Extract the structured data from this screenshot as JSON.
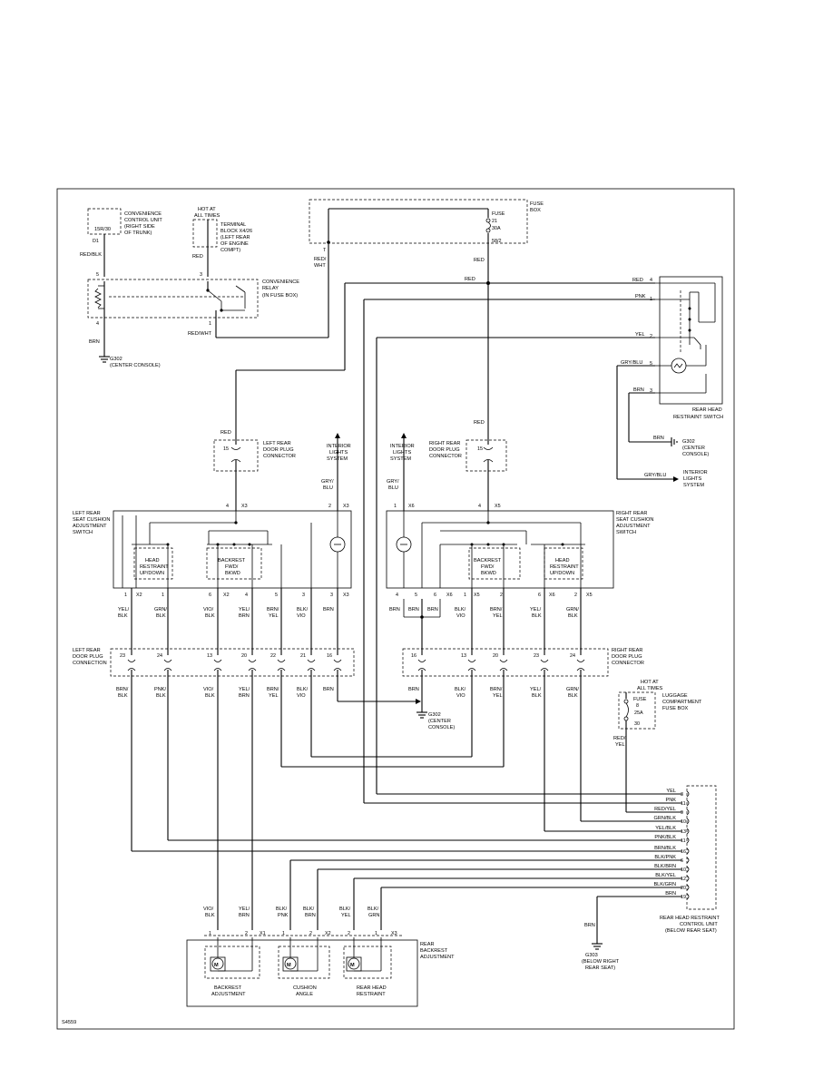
{
  "fuse_box": {
    "title": [
      "FUSE",
      "BOX"
    ],
    "fuse": [
      "FUSE",
      "21",
      "30A",
      "58/2"
    ]
  },
  "convenience_control_unit": {
    "code": "15R/30",
    "name": [
      "CONVENIENCE",
      "CONTROL UNIT",
      "(RIGHT SIDE",
      "OF TRUNK)"
    ],
    "pin": "D1"
  },
  "terminal_block": {
    "hot": [
      "HOT AT",
      "ALL TIMES"
    ],
    "name": [
      "TERMINAL",
      "BLOCK X4/26",
      "(LEFT REAR",
      "OF ENGINE",
      "COMPT)"
    ]
  },
  "convenience_relay": {
    "name": [
      "CONVENIENCE",
      "RELAY",
      "(IN FUSE BOX)"
    ],
    "pins": [
      "5",
      "3",
      "4",
      "1"
    ]
  },
  "ground_g302_top": {
    "name": [
      "G302",
      "(CENTER CONSOLE)"
    ]
  },
  "rear_head_switch": {
    "name": [
      "REAR HEAD",
      "RESTRAINT SWITCH"
    ],
    "pins": [
      "4",
      "1",
      "2",
      "5",
      "3"
    ]
  },
  "ground_g302_right": {
    "name": [
      "G302",
      "(CENTER",
      "CONSOLE)"
    ]
  },
  "interior_lights_right": {
    "name": [
      "INTERIOR",
      "LIGHTS",
      "SYSTEM"
    ]
  },
  "left_door_plug_top": {
    "pin": "15",
    "name": [
      "LEFT REAR",
      "DOOR PLUG",
      "CONNECTOR"
    ]
  },
  "right_door_plug_top": {
    "pin": "15",
    "name": [
      "RIGHT REAR",
      "DOOR PLUG",
      "CONNECTOR"
    ]
  },
  "interior_lights_left": {
    "name": [
      "INTERIOR",
      "LIGHTS",
      "SYSTEM"
    ]
  },
  "interior_lights_mid": {
    "name": [
      "INTERIOR",
      "LIGHTS",
      "SYSTEM"
    ]
  },
  "left_switch": {
    "name": [
      "LEFT REAR",
      "SEAT CUSHION",
      "ADJUSTMENT",
      "SWITCH"
    ],
    "top_pins": [
      "4",
      "X3",
      "2",
      "X3"
    ],
    "head": [
      "HEAD",
      "RESTRAINT",
      "UP/DOWN"
    ],
    "backrest": [
      "BACKREST",
      "FWD/",
      "BKWD"
    ],
    "bottom_pins": [
      "1",
      "X2",
      "1",
      "6",
      "X2",
      "4",
      "5",
      "3",
      "3",
      "X3"
    ]
  },
  "right_switch": {
    "name": [
      "RIGHT REAR",
      "SEAT CUSHION",
      "ADJUSTMENT",
      "SWITCH"
    ],
    "top_pins": [
      "1",
      "X6",
      "4",
      "X5"
    ],
    "head": [
      "HEAD",
      "RESTRAINT",
      "UP/DOWN"
    ],
    "backrest": [
      "BACKREST",
      "FWD/",
      "BKWD"
    ],
    "bottom_pins": [
      "4",
      "5",
      "6",
      "X6",
      "1",
      "X5",
      "2",
      "6",
      "X6",
      "2",
      "X5"
    ]
  },
  "left_door_plug": {
    "name": [
      "LEFT REAR",
      "DOOR PLUG",
      "CONNECTION"
    ],
    "pins": [
      "23",
      "24",
      "13",
      "20",
      "22",
      "21",
      "16"
    ]
  },
  "right_door_plug": {
    "name": [
      "RIGHT REAR",
      "DOOR PLUG",
      "CONNECTOR"
    ],
    "pins": [
      "16",
      "13",
      "20",
      "23",
      "24"
    ]
  },
  "ground_g302_mid": {
    "name": [
      "G302",
      "(CENTER",
      "CONSOLE)"
    ]
  },
  "luggage_fuse": {
    "hot": [
      "HOT AT",
      "ALL TIMES"
    ],
    "fuse": [
      "FUSE",
      "8",
      "25A",
      "30"
    ],
    "name": [
      "LUGGAGE",
      "COMPARTMENT",
      "FUSE BOX"
    ]
  },
  "control_unit": {
    "name": [
      "REAR HEAD RESTRAINT",
      "CONTROL UNIT",
      "(BELOW REAR SEAT)"
    ],
    "rows": [
      {
        "color": "YEL",
        "pin": "3"
      },
      {
        "color": "PNK",
        "pin": "11"
      },
      {
        "color": "RED/YEL",
        "pin": "9"
      },
      {
        "color": "GRN/BLK",
        "pin": "10"
      },
      {
        "color": "YEL/BLK",
        "pin": "13"
      },
      {
        "color": "PNK/BLK",
        "pin": "11"
      },
      {
        "color": "BRN/BLK",
        "pin": "16"
      },
      {
        "color": "BLK/PNK",
        "pin": "6"
      },
      {
        "color": "BLK/BRN",
        "pin": "10"
      },
      {
        "color": "BLK/YEL",
        "pin": "12"
      },
      {
        "color": "BLK/GRN",
        "pin": "20"
      },
      {
        "color": "BRN",
        "pin": "19"
      }
    ]
  },
  "ground_g303": {
    "name": [
      "G303",
      "(BELOW RIGHT",
      "REAR SEAT)"
    ]
  },
  "rear_backrest": {
    "name": [
      "REAR",
      "BACKREST",
      "ADJUSTMENT"
    ],
    "pins": [
      "1",
      "2",
      "X1",
      "1",
      "2",
      "X2",
      "2",
      "1",
      "X3"
    ],
    "motors": [
      {
        "label": [
          "BACKREST",
          "ADJUSTMENT"
        ],
        "symbol": "M"
      },
      {
        "label": [
          "CUSHION",
          "ANGLE"
        ],
        "symbol": "M"
      },
      {
        "label": [
          "REAR HEAD",
          "RESTRAINT"
        ],
        "symbol": "M"
      }
    ]
  },
  "wires": {
    "red_blk": "RED/BLK",
    "red_a": "RED",
    "brn_a": "BRN",
    "red_wht_a": "RED/WHT",
    "red_wht_b": [
      "RED/",
      "WHT"
    ],
    "t": "T",
    "red_b": "RED",
    "red_c": "RED",
    "red_d": "RED",
    "pnk": "PNK",
    "yel": "YEL",
    "gry_blu_a": "GRY/BLU",
    "brn_b": "BRN",
    "brn_c": "BRN",
    "gry_blu_b": "GRY/BLU",
    "red_e": "RED",
    "red_f": "RED",
    "gry_blu_c": [
      "GRY/",
      "BLU"
    ],
    "gry_blu_d": [
      "GRY/",
      "BLU"
    ],
    "yel_blk_1": [
      "YEL/",
      "BLK"
    ],
    "grn_blk_1": [
      "GRN/",
      "BLK"
    ],
    "vio_blk_1": [
      "VIO/",
      "BLK"
    ],
    "yel_brn_1": [
      "YEL/",
      "BRN"
    ],
    "brn_yel_1": [
      "BRN/",
      "YEL"
    ],
    "blk_vio_1": [
      "BLK/",
      "VIO"
    ],
    "brn_1": "BRN",
    "brn_r1": "BRN",
    "brn_r2": "BRN",
    "brn_r3": "BRN",
    "blk_vio_r": [
      "BLK/",
      "VIO"
    ],
    "brn_yel_r": [
      "BRN/",
      "YEL"
    ],
    "yel_blk_r": [
      "YEL/",
      "BLK"
    ],
    "grn_blk_r": [
      "GRN/",
      "BLK"
    ],
    "brn_blk_2": [
      "BRN/",
      "BLK"
    ],
    "pnk_blk_2": [
      "PNK/",
      "BLK"
    ],
    "vio_blk_2": [
      "VIO/",
      "BLK"
    ],
    "yel_brn_2": [
      "YEL/",
      "BRN"
    ],
    "brn_yel_2": [
      "BRN/",
      "YEL"
    ],
    "blk_vio_2": [
      "BLK/",
      "VIO"
    ],
    "brn_2": "BRN",
    "brn_r4": "BRN",
    "blk_vio_r2": [
      "BLK/",
      "VIO"
    ],
    "brn_yel_r2": [
      "BRN/",
      "YEL"
    ],
    "yel_blk_r2": [
      "YEL/",
      "BLK"
    ],
    "grn_blk_r2": [
      "GRN/",
      "BLK"
    ],
    "red_yel": [
      "RED/",
      "YEL"
    ],
    "brn_g303": "BRN",
    "vio_blk_b": [
      "VIO/",
      "BLK"
    ],
    "yel_brn_b": [
      "YEL/",
      "BRN"
    ],
    "blk_pnk_b": [
      "BLK/",
      "PNK"
    ],
    "blk_brn_b": [
      "BLK/",
      "BRN"
    ],
    "blk_yel_b": [
      "BLK/",
      "YEL"
    ],
    "blk_grn_b": [
      "BLK/",
      "GRN"
    ]
  },
  "figure_id": "S4559"
}
